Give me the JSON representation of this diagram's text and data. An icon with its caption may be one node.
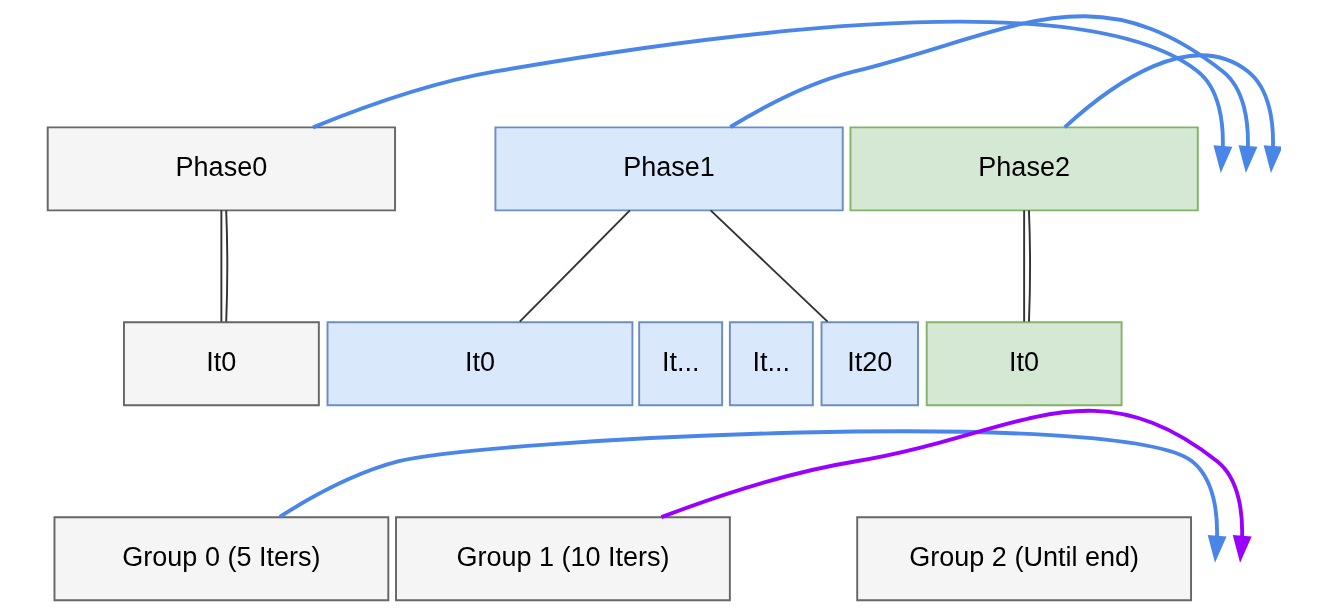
{
  "diagram": {
    "nodes": [
      {
        "text": [
          "Phase0"
        ]
      },
      {
        "text": [
          "Phase1"
        ]
      },
      {
        "text": [
          "Phase2"
        ]
      },
      {
        "text": [
          "It0"
        ]
      },
      {
        "text": [
          "It0"
        ]
      },
      {
        "text": [
          "It..."
        ]
      },
      {
        "text": [
          "It..."
        ]
      },
      {
        "text": [
          "It20"
        ]
      },
      {
        "text": [
          "It0"
        ]
      },
      {
        "text": [
          "Group 0 (5 Iters)"
        ]
      },
      {
        "text": [
          "Group 1 (10 Iters)"
        ]
      },
      {
        "text": [
          "Group 2 (Until end)"
        ]
      }
    ],
    "edges": [
      {
        "from": 0,
        "to": 3,
        "arrow": "none"
      },
      {
        "from": 0,
        "to": 3,
        "arrow": "none"
      },
      {
        "from": 1,
        "to": 4,
        "arrow": "none"
      },
      {
        "from": 1,
        "to": 7,
        "arrow": "none"
      },
      {
        "from": 2,
        "to": 8,
        "arrow": "none"
      },
      {
        "from": 2,
        "to": 8,
        "arrow": "none"
      },
      {
        "from": 0,
        "to": null,
        "arrow": "to",
        "color": "#4a86e8"
      },
      {
        "from": 1,
        "to": null,
        "arrow": "to",
        "color": "#4a86e8"
      },
      {
        "from": 2,
        "to": null,
        "arrow": "to",
        "color": "#4a86e8"
      },
      {
        "from": 9,
        "to": null,
        "arrow": "to",
        "color": "#4a86e8"
      },
      {
        "from": 10,
        "to": null,
        "arrow": "to",
        "color": "#9900ff"
      }
    ]
  }
}
